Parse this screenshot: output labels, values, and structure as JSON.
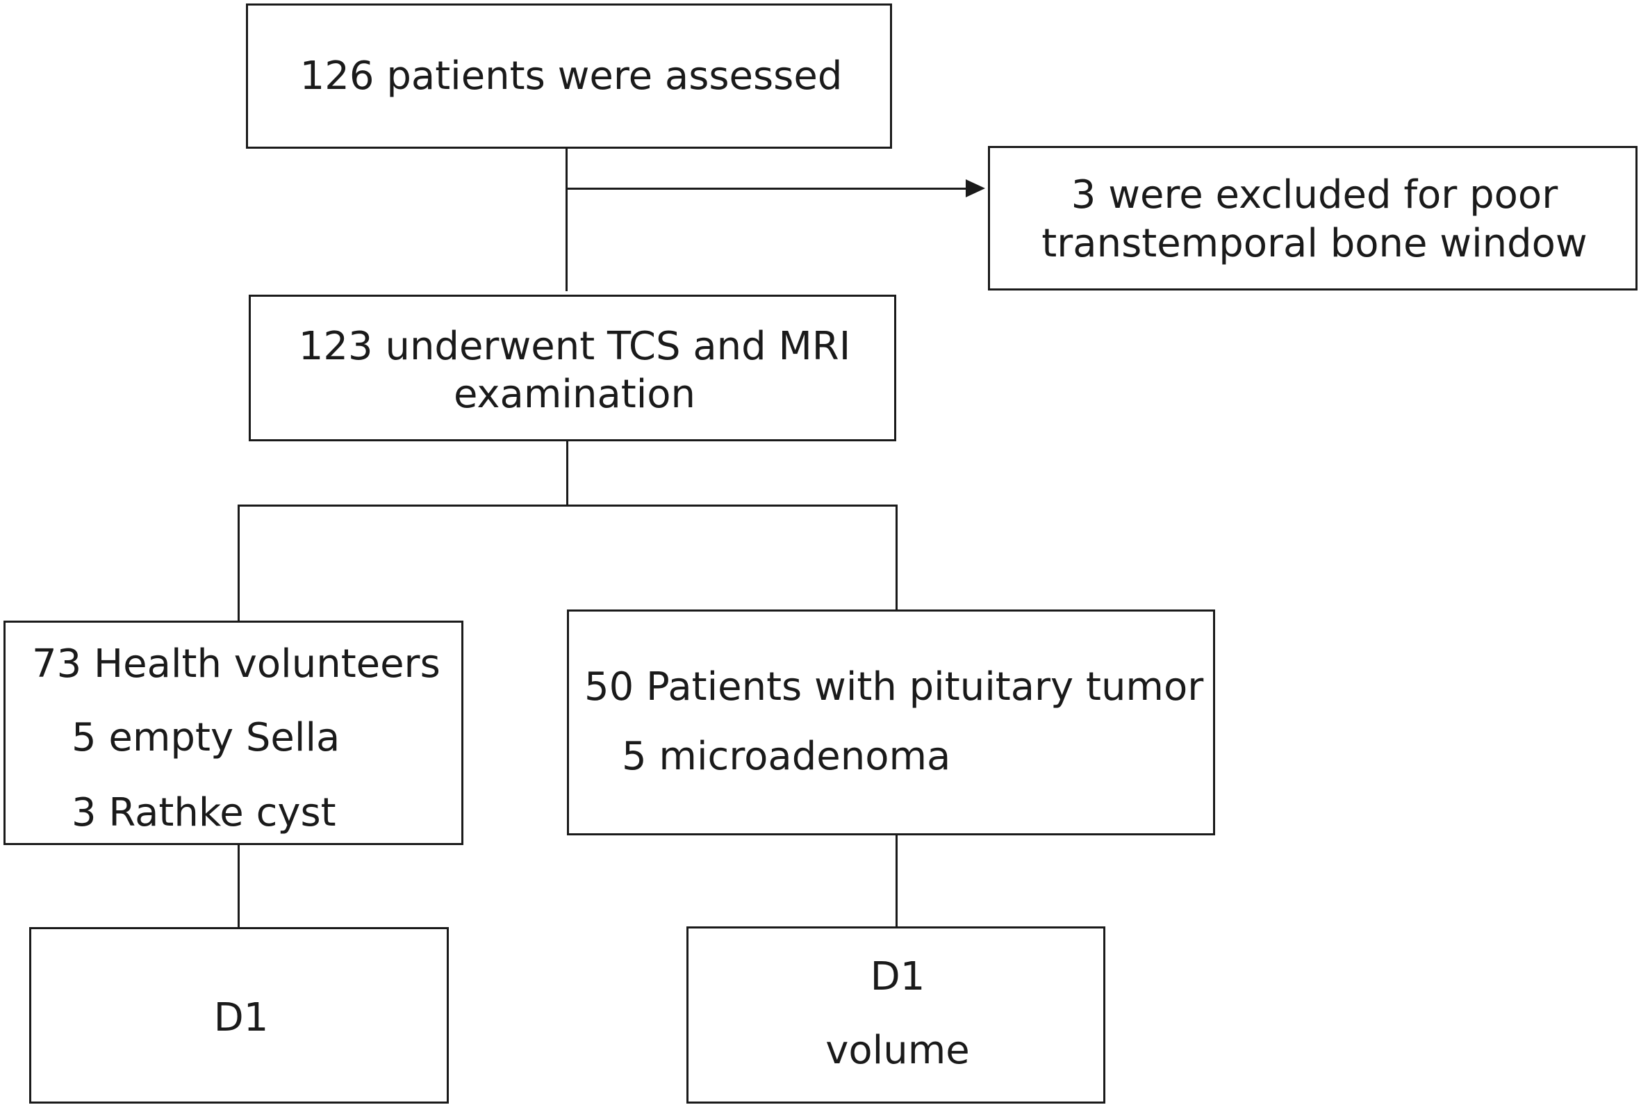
{
  "nodes": {
    "assessed": {
      "text": "126 patients were assessed"
    },
    "excluded": {
      "lines": [
        "3 were excluded for poor",
        "transtemporal bone window"
      ]
    },
    "examined": {
      "lines": [
        "123 underwent TCS and MRI",
        "examination"
      ]
    },
    "volunteers": {
      "lines": [
        "73 Health volunteers",
        "5 empty Sella",
        "3 Rathke cyst"
      ]
    },
    "tumor": {
      "lines": [
        "50 Patients with pituitary tumor",
        "5 microadenoma"
      ]
    },
    "volunteers_outcome": {
      "text": "D1"
    },
    "tumor_outcome": {
      "lines": [
        "D1",
        "volume"
      ]
    }
  }
}
